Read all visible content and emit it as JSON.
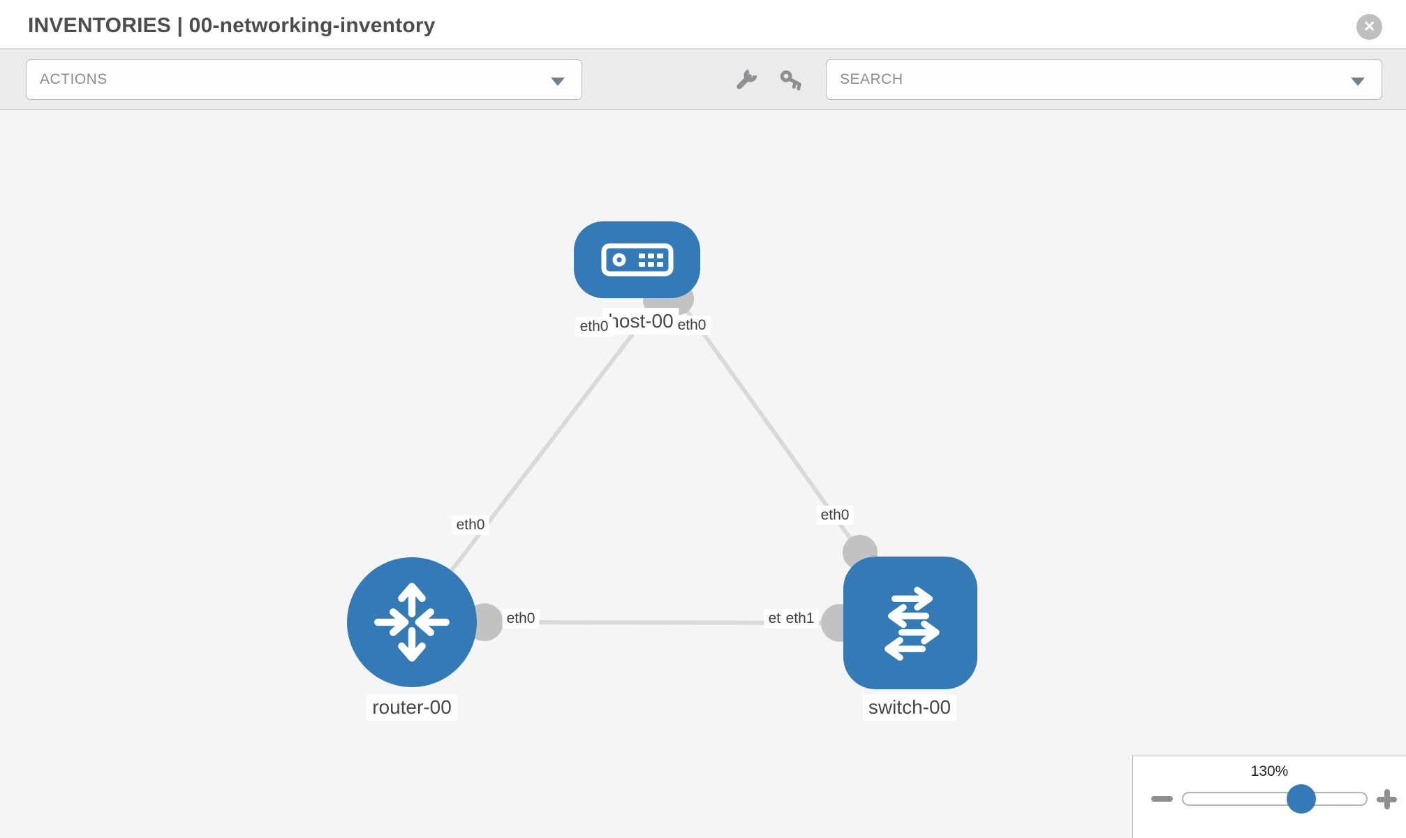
{
  "header": {
    "title": "INVENTORIES | 00-networking-inventory",
    "close_icon": "x-circle"
  },
  "toolbar": {
    "actions_label": "ACTIONS",
    "search_placeholder": "SEARCH",
    "icons": [
      "wrench-icon",
      "key-icon"
    ]
  },
  "topology": {
    "nodes": [
      {
        "id": "host-00",
        "type": "host",
        "label": "host-00"
      },
      {
        "id": "router-00",
        "type": "router",
        "label": "router-00"
      },
      {
        "id": "switch-00",
        "type": "switch",
        "label": "switch-00"
      }
    ],
    "links": [
      {
        "from": "host-00",
        "to": "router-00",
        "from_interface": "eth0",
        "to_interface": "eth0"
      },
      {
        "from": "host-00",
        "to": "switch-00",
        "from_interface": "eth0",
        "to_interface": "eth0"
      },
      {
        "from": "router-00",
        "to": "switch-00",
        "from_interface": "eth0",
        "to_interface": "eth1",
        "to_interface_hidden": "eth0"
      }
    ]
  },
  "zoom_control": {
    "level": "130%",
    "minus_icon": "minus",
    "plus_icon": "plus"
  },
  "colors": {
    "node_blue": "#337ab7",
    "link_gray": "#d9d9d9",
    "interface_dot_gray": "#c2c2c2",
    "canvas_bg": "#f5f5f5",
    "toolbar_bg": "#ebebeb"
  }
}
